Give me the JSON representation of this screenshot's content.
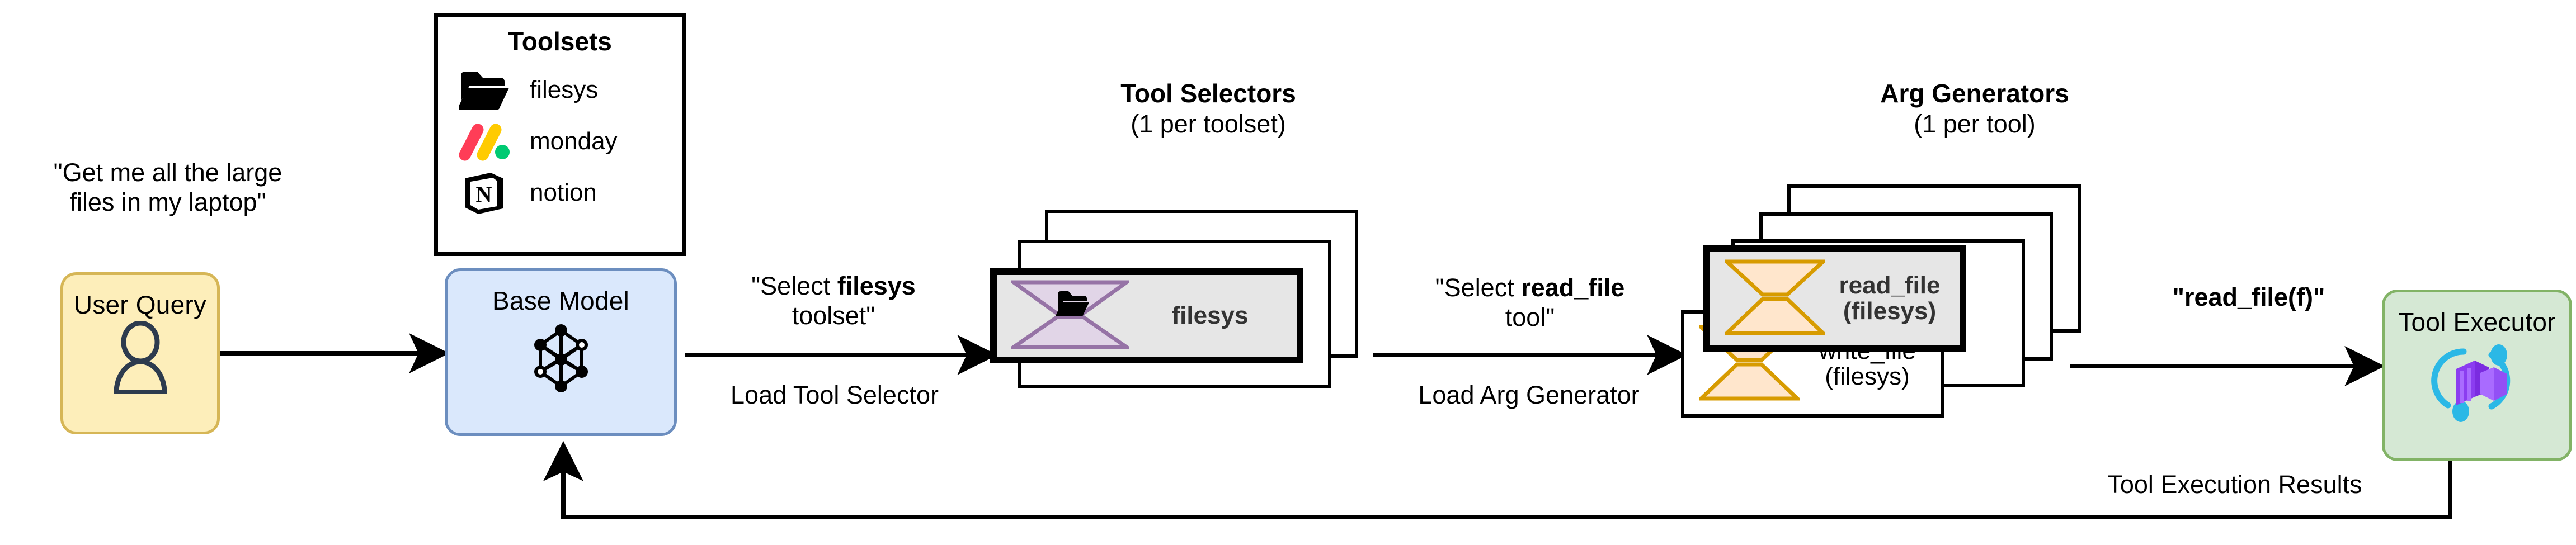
{
  "diagram": {
    "user_query_bubble": "\"Get me all the large\nfiles in my laptop\"",
    "nodes": {
      "user_query": "User Query",
      "base_model": "Base Model",
      "tool_executor": "Tool Executor"
    },
    "toolsets_panel": {
      "title": "Toolsets",
      "items": [
        {
          "icon": "folder-icon",
          "label": "filesys"
        },
        {
          "icon": "monday-logo-icon",
          "label": "monday"
        },
        {
          "icon": "notion-logo-icon",
          "label": "notion"
        }
      ]
    },
    "tool_selectors": {
      "title": "Tool Selectors",
      "subtitle": "(1 per toolset)",
      "cards": [
        {
          "label": "filesys",
          "icon": "folder-icon",
          "adapter_color": "#9673a6",
          "adapter_fill": "#e1d5e7"
        }
      ]
    },
    "arg_generators": {
      "title": "Arg Generators",
      "subtitle": "(1 per tool)",
      "cards": [
        {
          "label": "read_file\n(filesys)",
          "adapter_color": "#d79b00",
          "adapter_fill": "#ffe6cc"
        },
        {
          "label": "write_file\n(filesys)",
          "adapter_color": "#d79b00",
          "adapter_fill": "#ffe6cc"
        }
      ]
    },
    "edges": {
      "select_toolset_top": "\"Select filesys\ntoolset\"",
      "select_toolset_top_plain_a": "\"Select ",
      "select_toolset_top_bold": "filesys",
      "select_toolset_top_plain_b": "\ntoolset\"",
      "load_tool_selector": "Load Tool Selector",
      "select_tool_top_plain_a": "\"Select ",
      "select_tool_top_bold": "read_file",
      "select_tool_top_plain_b": "\ntool\"",
      "load_arg_generator": "Load Arg Generator",
      "tool_call": "\"read_file(f)\"",
      "tool_execution_results": "Tool Execution Results"
    },
    "colors": {
      "user_fill": "#fdeeba",
      "user_stroke": "#d6b656",
      "model_fill": "#dae8fc",
      "model_stroke": "#6c8ebf",
      "exec_fill": "#d5e8d4",
      "exec_stroke": "#82b366",
      "card_fill": "#e6e6e6",
      "card_stroke": "#000000",
      "selector_adapter": "#9673a6",
      "generator_adapter": "#d79b00",
      "monday_red": "#ff3d57",
      "monday_yellow": "#ffcb00",
      "monday_green": "#00ca72"
    }
  }
}
